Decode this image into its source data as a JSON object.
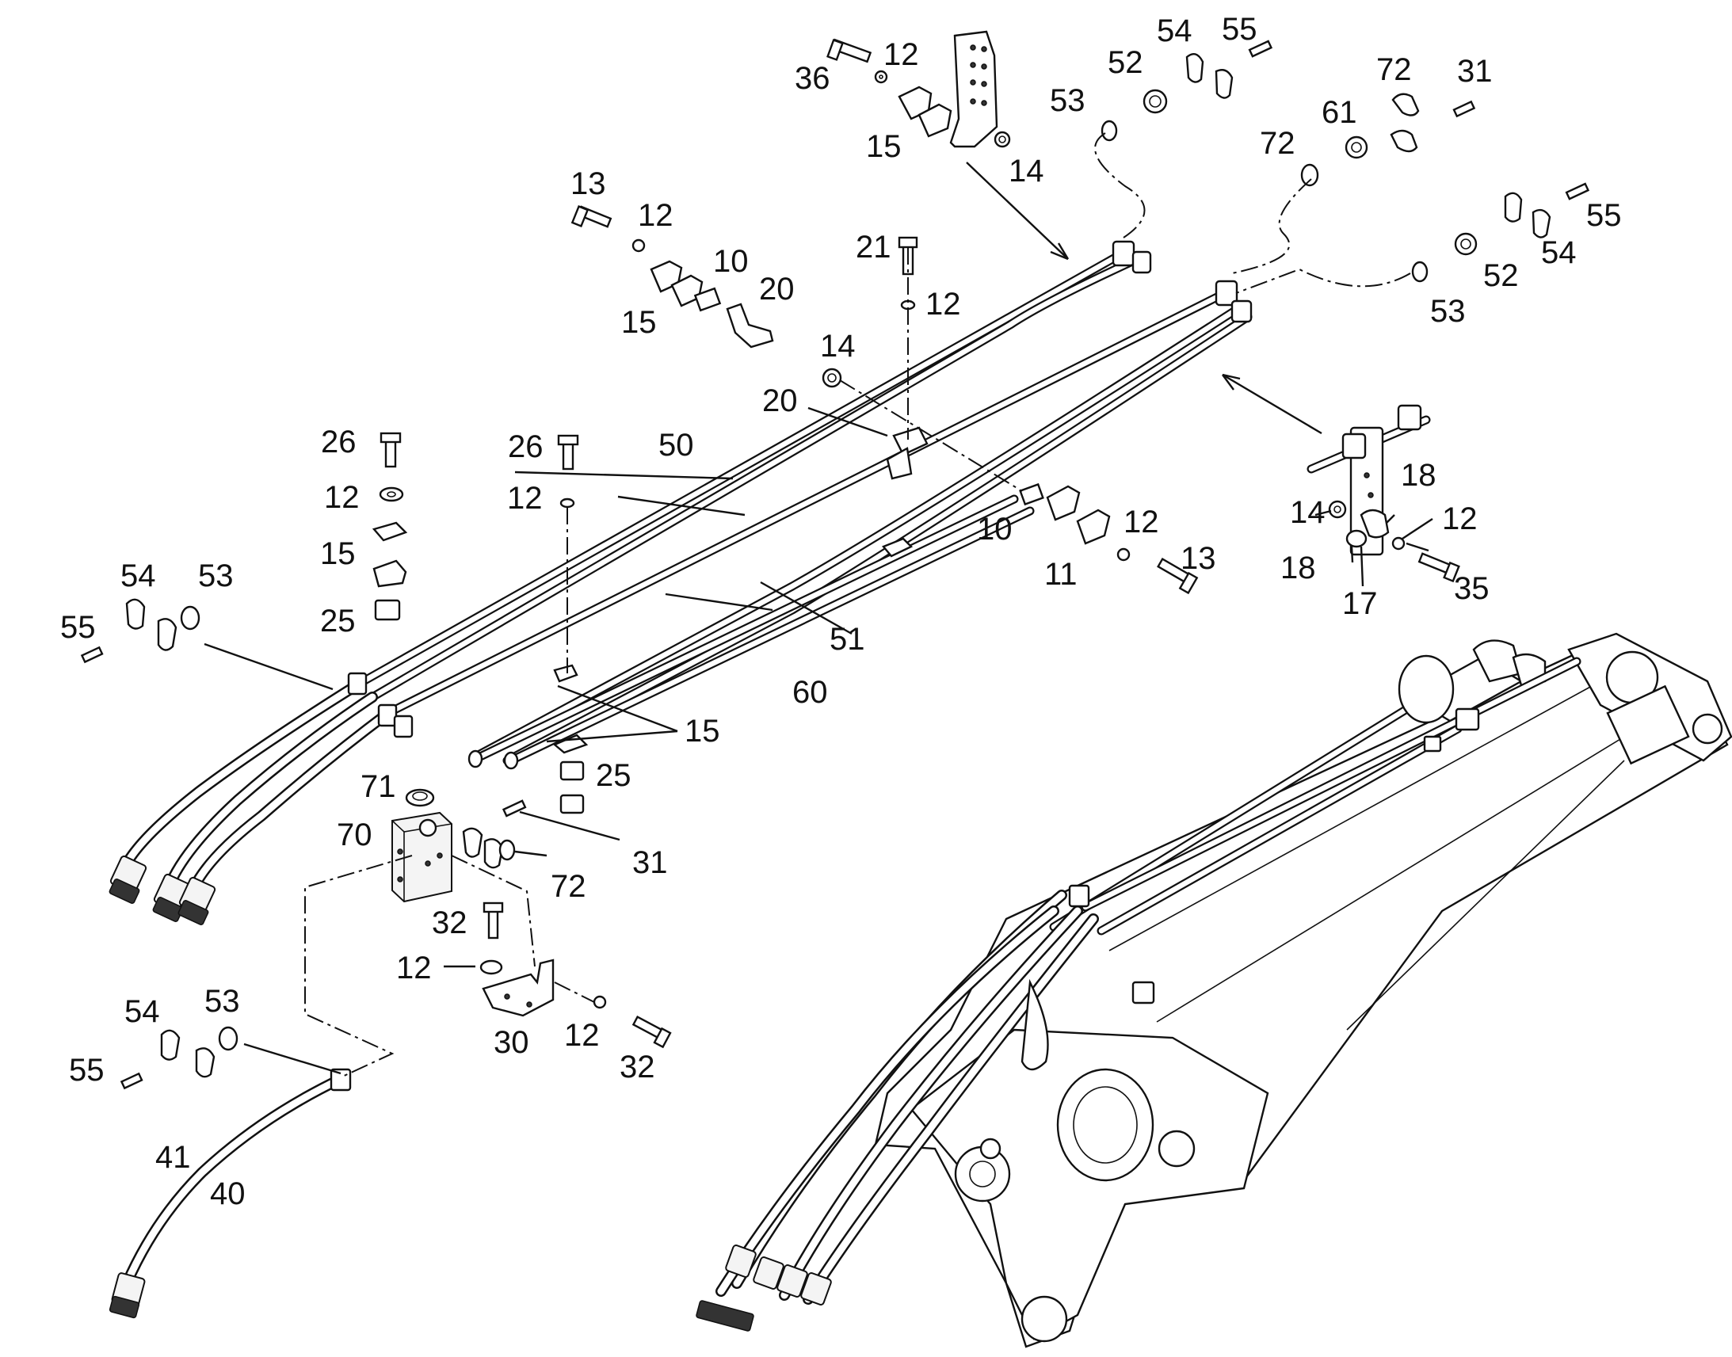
{
  "diagram": {
    "type": "exploded-parts-diagram",
    "callouts": [
      {
        "id": "c-36",
        "text": "36"
      },
      {
        "id": "c-12a",
        "text": "12"
      },
      {
        "id": "c-15a",
        "text": "15"
      },
      {
        "id": "c-14a",
        "text": "14"
      },
      {
        "id": "c-53a",
        "text": "53"
      },
      {
        "id": "c-52a",
        "text": "52"
      },
      {
        "id": "c-54a",
        "text": "54"
      },
      {
        "id": "c-55a",
        "text": "55"
      },
      {
        "id": "c-72a",
        "text": "72"
      },
      {
        "id": "c-31a",
        "text": "31"
      },
      {
        "id": "c-72b",
        "text": "72"
      },
      {
        "id": "c-61",
        "text": "61"
      },
      {
        "id": "c-55b",
        "text": "55"
      },
      {
        "id": "c-54b",
        "text": "54"
      },
      {
        "id": "c-52b",
        "text": "52"
      },
      {
        "id": "c-53b",
        "text": "53"
      },
      {
        "id": "c-13a",
        "text": "13"
      },
      {
        "id": "c-12b",
        "text": "12"
      },
      {
        "id": "c-10a",
        "text": "10"
      },
      {
        "id": "c-20a",
        "text": "20"
      },
      {
        "id": "c-15b",
        "text": "15"
      },
      {
        "id": "c-21",
        "text": "21"
      },
      {
        "id": "c-12c",
        "text": "12"
      },
      {
        "id": "c-14b",
        "text": "14"
      },
      {
        "id": "c-20b",
        "text": "20"
      },
      {
        "id": "c-26a",
        "text": "26"
      },
      {
        "id": "c-26b",
        "text": "26"
      },
      {
        "id": "c-50",
        "text": "50"
      },
      {
        "id": "c-12d",
        "text": "12"
      },
      {
        "id": "c-12e",
        "text": "12"
      },
      {
        "id": "c-15c",
        "text": "15"
      },
      {
        "id": "c-25a",
        "text": "25"
      },
      {
        "id": "c-54c",
        "text": "54"
      },
      {
        "id": "c-53c",
        "text": "53"
      },
      {
        "id": "c-55c",
        "text": "55"
      },
      {
        "id": "c-10b",
        "text": "10"
      },
      {
        "id": "c-12f",
        "text": "12"
      },
      {
        "id": "c-11",
        "text": "11"
      },
      {
        "id": "c-13b",
        "text": "13"
      },
      {
        "id": "c-18a",
        "text": "18"
      },
      {
        "id": "c-14c",
        "text": "14"
      },
      {
        "id": "c-12g",
        "text": "12"
      },
      {
        "id": "c-18b",
        "text": "18"
      },
      {
        "id": "c-35",
        "text": "35"
      },
      {
        "id": "c-17",
        "text": "17"
      },
      {
        "id": "c-51",
        "text": "51"
      },
      {
        "id": "c-60",
        "text": "60"
      },
      {
        "id": "c-15d",
        "text": "15"
      },
      {
        "id": "c-25b",
        "text": "25"
      },
      {
        "id": "c-71",
        "text": "71"
      },
      {
        "id": "c-70",
        "text": "70"
      },
      {
        "id": "c-31b",
        "text": "31"
      },
      {
        "id": "c-72c",
        "text": "72"
      },
      {
        "id": "c-32a",
        "text": "32"
      },
      {
        "id": "c-12h",
        "text": "12"
      },
      {
        "id": "c-30",
        "text": "30"
      },
      {
        "id": "c-12i",
        "text": "12"
      },
      {
        "id": "c-32b",
        "text": "32"
      },
      {
        "id": "c-54d",
        "text": "54"
      },
      {
        "id": "c-53d",
        "text": "53"
      },
      {
        "id": "c-55d",
        "text": "55"
      },
      {
        "id": "c-41",
        "text": "41"
      },
      {
        "id": "c-40",
        "text": "40"
      }
    ]
  }
}
